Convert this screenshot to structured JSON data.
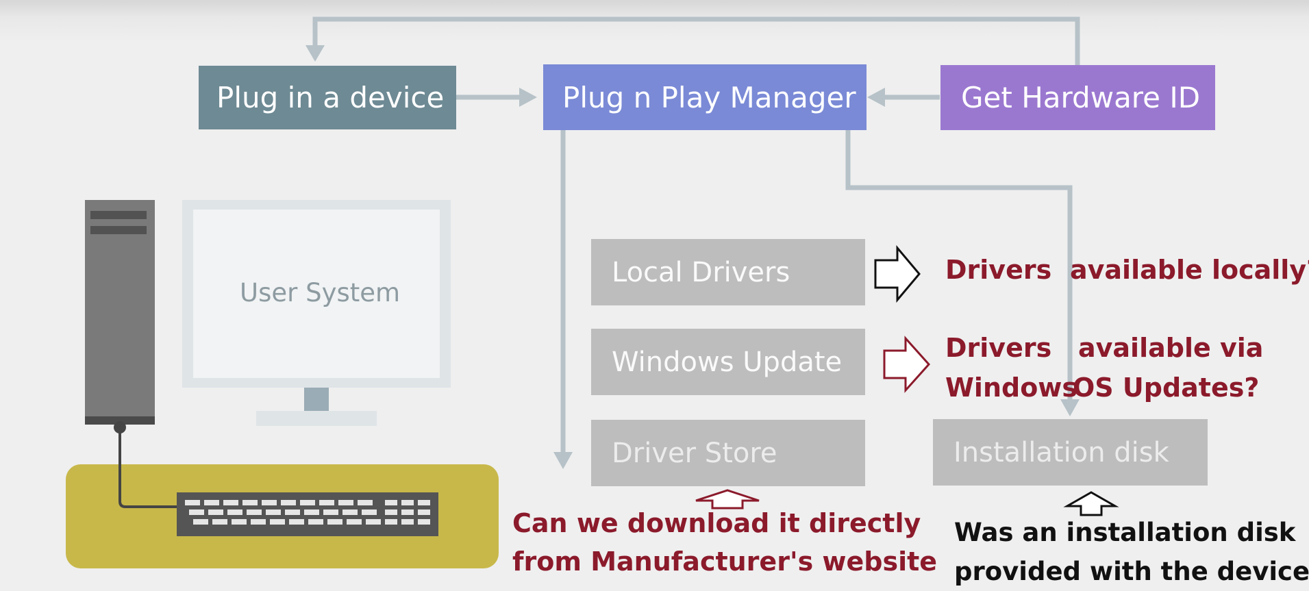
{
  "boxes": {
    "plug_device": "Plug in a device",
    "pnp_manager": "Plug n Play Manager",
    "hardware_id": "Get Hardware ID",
    "local_drivers": "Local Drivers",
    "windows_update": "Windows Update",
    "driver_store": "Driver Store",
    "installation_disk": "Installation disk"
  },
  "illustration": {
    "monitor_label": "User System"
  },
  "annotations": {
    "local": {
      "word1": "Drivers",
      "word2": "available locally?"
    },
    "update": {
      "line1_word1": "Drivers",
      "line1_word2": "available via",
      "line2_word1": "Windows",
      "line2_word2": "OS Updates?"
    },
    "download": {
      "line1": "Can we download it directly",
      "line2": "from Manufacturer's website"
    },
    "disk": {
      "line1": "Was an installation disk",
      "line2": "provided with the device"
    }
  },
  "colors": {
    "plug_device": "#6e8a94",
    "pnp_manager": "#7a8ad6",
    "hardware_id": "#9b78d0",
    "gray_box": "#bdbdbd",
    "connector": "#b6c2c8",
    "annotation_red": "#8b1a2b",
    "annotation_black": "#111111",
    "desk": "#c8b84a"
  },
  "icons": {
    "local_arrow": "outline-right-arrow-black",
    "update_arrow": "outline-right-arrow-red",
    "store_arrow": "outline-up-arrow-red",
    "disk_arrow": "outline-up-arrow-black"
  }
}
